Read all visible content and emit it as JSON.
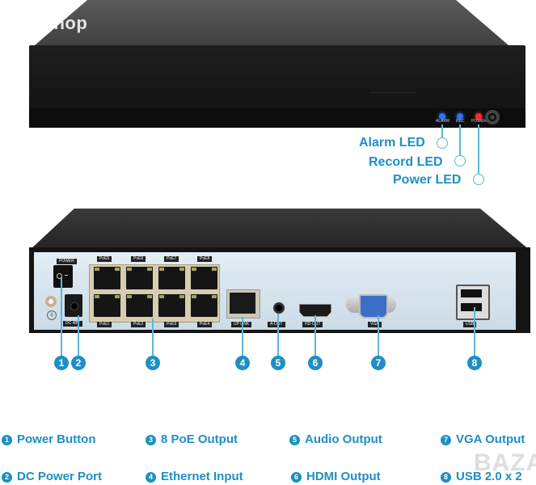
{
  "watermarks": {
    "top_left": "topshop",
    "bottom_right": "BAZAR"
  },
  "front_panel": {
    "leds": [
      {
        "label": "ALARM",
        "color": "#2f6fff",
        "callout": "Alarm LED"
      },
      {
        "label": "REC",
        "color": "#2f6fff",
        "callout": "Record LED"
      },
      {
        "label": "POWER",
        "color": "#ff2a2a",
        "callout": "Power LED"
      }
    ]
  },
  "rear_panel": {
    "power_label": "POWER",
    "dc_label": "DC 48V",
    "poe_top_labels": [
      "PoE5",
      "PoE6",
      "PoE7",
      "PoE8"
    ],
    "poe_bottom_labels": [
      "PoE1",
      "PoE2",
      "PoE3",
      "PoE4"
    ],
    "uplink_label": "UP LINK",
    "aout_label": "A-OUT",
    "hdout_label": "HD-OUT",
    "vga_label": "VGA",
    "usb_label": "USB"
  },
  "markers": [
    "1",
    "2",
    "3",
    "4",
    "5",
    "6",
    "7",
    "8"
  ],
  "legend": [
    {
      "num": "1",
      "text": "Power Button"
    },
    {
      "num": "2",
      "text": "DC Power Port"
    },
    {
      "num": "3",
      "text": "8 PoE Output"
    },
    {
      "num": "4",
      "text": "Ethernet Input"
    },
    {
      "num": "5",
      "text": "Audio Output"
    },
    {
      "num": "6",
      "text": "HDMI Output"
    },
    {
      "num": "7",
      "text": "VGA Output"
    },
    {
      "num": "8",
      "text": "USB 2.0 x 2"
    }
  ],
  "colors": {
    "accent": "#1e8fc4",
    "line": "#5fb6d6"
  }
}
